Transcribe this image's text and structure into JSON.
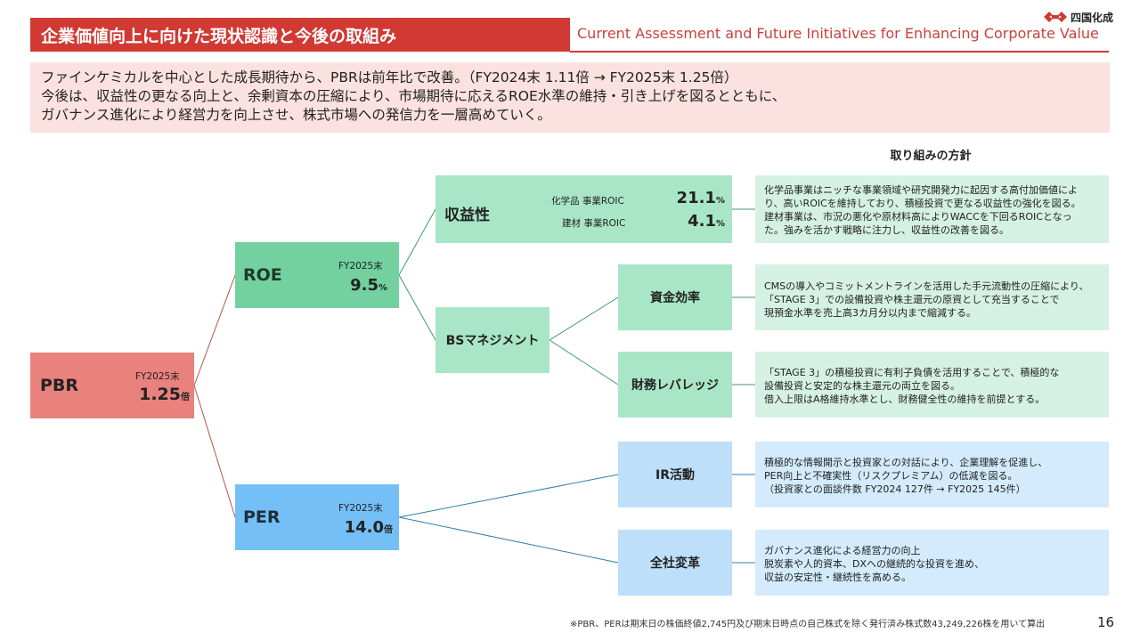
{
  "header": {
    "title": "企業価値向上に向けた現状認識と今後の取組み",
    "subtitle": "Current Assessment and Future Initiatives for Enhancing Corporate Value",
    "logo_text": "四国化成",
    "brand_color": "#d03a33"
  },
  "summary": {
    "lines": [
      "ファインケミカルを中心とした成長期待から、PBRは前年比で改善。（FY2024末 1.11倍 → FY2025末 1.25倍）",
      "今後は、収益性の更なる向上と、余剰資本の圧縮により、市場期待に応えるROE水準の維持・引き上げを図るとともに、",
      "ガバナンス進化により経営力を向上させ、株式市場への発信力を一層高めていく。"
    ]
  },
  "policy_label": "取り組みの方針",
  "pbr": {
    "title": "PBR",
    "sub": "FY2025末",
    "value": "1.25",
    "unit": "倍"
  },
  "roe": {
    "title": "ROE",
    "sub": "FY2025末",
    "value": "9.5",
    "unit": "%"
  },
  "per": {
    "title": "PER",
    "sub": "FY2025末",
    "value": "14.0",
    "unit": "倍"
  },
  "profitability": {
    "title": "収益性",
    "rows": [
      {
        "label": "化学品 事業ROIC",
        "value": "21.1",
        "unit": "%"
      },
      {
        "label": "建材 事業ROIC",
        "value": "4.1",
        "unit": "%"
      }
    ],
    "desc": [
      "化学品事業はニッチな事業領域や研究開発力に起因する高付加価値によ",
      "り、高いROICを維持しており、積極投資で更なる収益性の強化を図る。",
      "建材事業は、市況の悪化や原材料高によりWACCを下回るROICとなっ",
      "た。強みを活かす戦略に注力し、収益性の改善を図る。"
    ]
  },
  "bs_management": {
    "title": "BSマネジメント"
  },
  "capital_efficiency": {
    "title": "資金効率",
    "desc": [
      "CMSの導入やコミットメントラインを活用した手元流動性の圧縮により、",
      "「STAGE 3」での設備投資や株主還元の原資として充当することで",
      "現預金水準を売上高3カ月分以内まで縮減する。"
    ]
  },
  "leverage": {
    "title": "財務レバレッジ",
    "desc": [
      "「STAGE 3」の積極投資に有利子負債を活用することで、積極的な",
      "設備投資と安定的な株主還元の両立を図る。",
      "借入上限はA格維持水準とし、財務健全性の維持を前提とする。"
    ]
  },
  "ir": {
    "title": "IR活動",
    "desc": [
      "積極的な情報開示と投資家との対話により、企業理解を促進し、",
      "PER向上と不確実性（リスクプレミアム）の低減を図る。",
      "（投資家との面談件数 FY2024 127件 → FY2025 145件）"
    ]
  },
  "transformation": {
    "title": "全社変革",
    "desc": [
      "ガバナンス進化による経営力の向上",
      "脱炭素や人的資本、DXへの継続的な投資を進め、",
      "収益の安定性・継続性を高める。"
    ]
  },
  "footnote": "※PBR、PERは期末日の株価終値2,745円及び期末日時点の自己株式を除く発行済み株式数43,249,226株を用いて算出",
  "page_number": "16"
}
